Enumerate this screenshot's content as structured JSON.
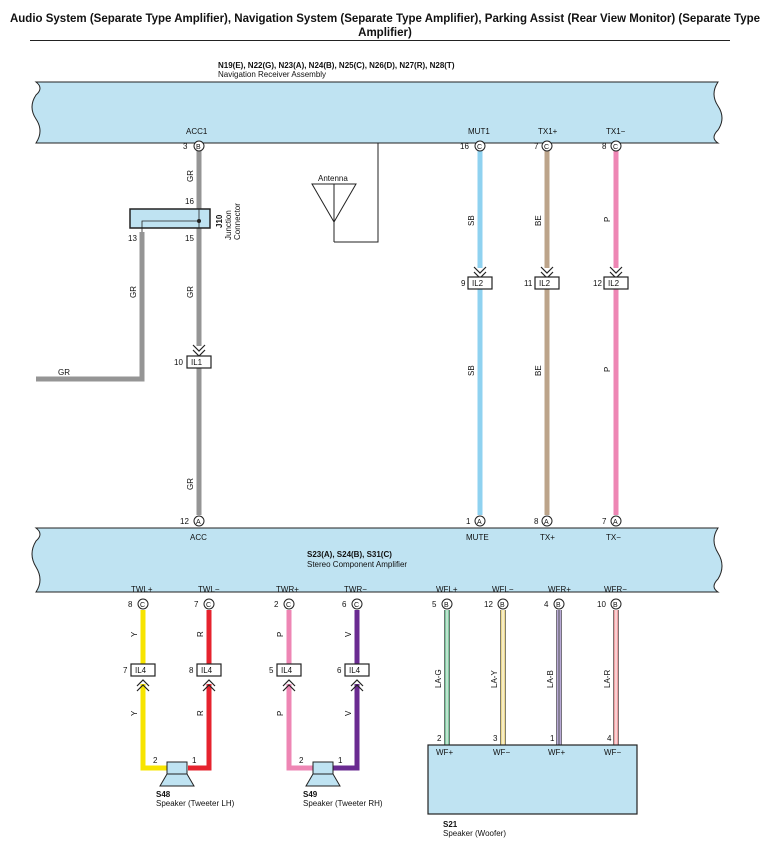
{
  "title": "Audio System (Separate Type Amplifier), Navigation System (Separate Type Amplifier), Parking Assist (Rear View Monitor) (Separate Type Amplifier)",
  "colors": {
    "GR": "#959595",
    "SB": "#8fd2f0",
    "BE": "#bca48a",
    "P": "#ee86b4",
    "Y": "#f7e400",
    "R": "#e6232e",
    "V": "#6a2b91",
    "LA-G": "#7fc8a0",
    "LA-Y": "#ecd98e",
    "LA-B": "#b8a9d6",
    "LA-R": "#f0a0a4",
    "box": "#bfe3f2"
  },
  "nav": {
    "ids": "N19(E), N22(G), N23(A), N24(B), N25(C), N26(D), N27(R), N28(T)",
    "name": "Navigation Receiver Assembly"
  },
  "amp": {
    "ids": "S23(A), S24(B), S31(C)",
    "name": "Stereo Component Amplifier"
  },
  "antenna": "Antenna",
  "junction": {
    "id": "J10",
    "name": "Junction",
    "name2": "Connector",
    "pins": [
      "16",
      "15",
      "13"
    ]
  },
  "nav_pins": [
    {
      "name": "ACC1",
      "pin": "3",
      "conn": "B"
    },
    {
      "name": "MUT1",
      "pin": "16",
      "conn": "C"
    },
    {
      "name": "TX1+",
      "pin": "7",
      "conn": "C"
    },
    {
      "name": "TX1−",
      "pin": "8",
      "conn": "C"
    }
  ],
  "amp_top_pins": [
    {
      "name": "ACC",
      "pin": "12",
      "conn": "A"
    },
    {
      "name": "MUTE",
      "pin": "1",
      "conn": "A"
    },
    {
      "name": "TX+",
      "pin": "8",
      "conn": "A"
    },
    {
      "name": "TX−",
      "pin": "7",
      "conn": "A"
    }
  ],
  "amp_bottom_pins": [
    {
      "name": "TWL+",
      "pin": "8",
      "conn": "C"
    },
    {
      "name": "TWL−",
      "pin": "7",
      "conn": "C"
    },
    {
      "name": "TWR+",
      "pin": "2",
      "conn": "C"
    },
    {
      "name": "TWR−",
      "pin": "6",
      "conn": "C"
    },
    {
      "name": "WFL+",
      "pin": "5",
      "conn": "B"
    },
    {
      "name": "WFL−",
      "pin": "12",
      "conn": "B"
    },
    {
      "name": "WFR+",
      "pin": "4",
      "conn": "B"
    },
    {
      "name": "WFR−",
      "pin": "10",
      "conn": "B"
    }
  ],
  "wire_colors": {
    "acc_upper": "GR",
    "acc_mid": "GR",
    "acc_lower": "GR",
    "branch": "GR",
    "branch_end": "GR",
    "mute_upper": "SB",
    "mute_lower": "SB",
    "txp_upper": "BE",
    "txp_lower": "BE",
    "txm_upper": "P",
    "txm_lower": "P",
    "twlp_upper": "Y",
    "twlp_lower": "Y",
    "twlm_upper": "R",
    "twlm_lower": "R",
    "twrp_upper": "P",
    "twrp_lower": "P",
    "twrm_upper": "V",
    "twrm_lower": "V",
    "wflp": "LA-G",
    "wflm": "LA-Y",
    "wfrp": "LA-B",
    "wfrm": "LA-R"
  },
  "il_connectors": [
    {
      "label": "IL1",
      "pin": "10"
    },
    {
      "label": "IL2",
      "pin": "9"
    },
    {
      "label": "IL2",
      "pin": "11"
    },
    {
      "label": "IL2",
      "pin": "12"
    },
    {
      "label": "IL4",
      "pin": "7"
    },
    {
      "label": "IL4",
      "pin": "8"
    },
    {
      "label": "IL4",
      "pin": "5"
    },
    {
      "label": "IL4",
      "pin": "6"
    }
  ],
  "speaker_lh": {
    "id": "S48",
    "name": "Speaker (Tweeter LH)",
    "pins": [
      "2",
      "1"
    ]
  },
  "speaker_rh": {
    "id": "S49",
    "name": "Speaker (Tweeter RH)",
    "pins": [
      "2",
      "1"
    ]
  },
  "woofer": {
    "id": "S21",
    "name": "Speaker (Woofer)",
    "pins": [
      "2",
      "3",
      "1",
      "4"
    ],
    "terms": [
      "WF+",
      "WF−",
      "WF+",
      "WF−"
    ]
  }
}
